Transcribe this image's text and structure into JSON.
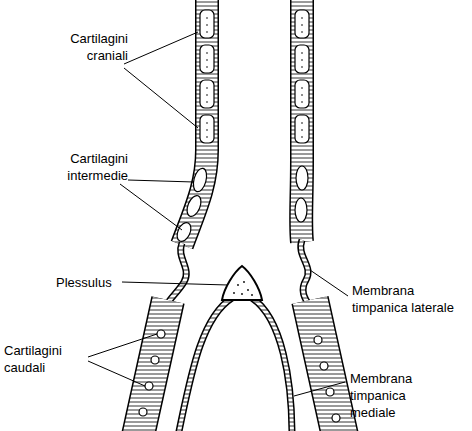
{
  "diagram": {
    "labels": [
      "Cartilagini craniali",
      "Cartilagini intermedie",
      "Plessulus",
      "Membrana timpanica laterale",
      "Cartilagini caudali",
      "Membrana timpanica mediale"
    ]
  }
}
